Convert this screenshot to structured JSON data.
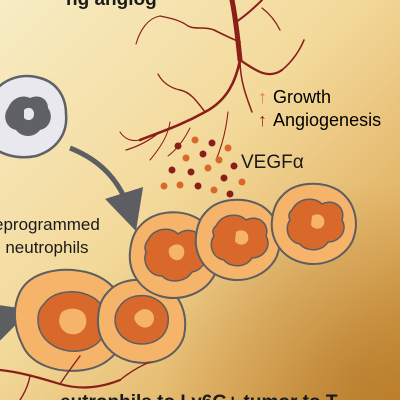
{
  "labels": {
    "top_caption": "ng angiog",
    "growth": "Growth",
    "angiogenesis": "Angiogenesis",
    "vegf": "VEGFα",
    "reprogrammed_line1": "eprogrammed",
    "reprogrammed_line2": "neutrophils",
    "bottom_caption": "eutrophils to Ly6G+ tumor to T"
  },
  "legend_arrows": {
    "up": "↑"
  },
  "colors": {
    "background_light": "#f7ecc4",
    "background_dark": "#c98a2f",
    "vessel": "#8a1f1a",
    "growth_arrow": "#e07b3c",
    "cell_fill": "#f6b36a",
    "nucleus_fill": "#d9692b",
    "resting_cell_fill": "#e8e8ee",
    "resting_nucleus_fill": "#5f6166",
    "pointer_arrow": "#5c5e61"
  },
  "icons": {
    "resting_neutrophil": "resting-neutrophil-icon",
    "reprogrammed_neutrophil": "reprogrammed-neutrophil-icon",
    "blood_vessel": "blood-vessel-icon",
    "vegf_dots": "vegf-particles-icon"
  }
}
